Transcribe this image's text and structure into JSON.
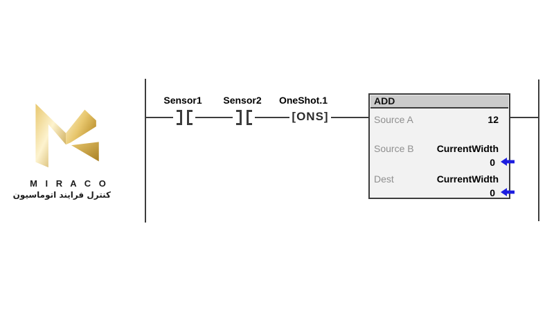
{
  "logo": {
    "brand": "M I R A C O",
    "tagline": "کنترل فرایند اتوماسیون",
    "gold_light": "#fdf3cf",
    "gold_mid": "#e8c76e",
    "gold_dark": "#bd9330",
    "gold_deep": "#a87f22"
  },
  "ladder": {
    "wire_color": "#3c3c3c",
    "contacts": [
      {
        "label": "Sensor1",
        "type": "normally-open-contact"
      },
      {
        "label": "Sensor2",
        "type": "normally-open-contact"
      }
    ],
    "oneshot": {
      "label": "OneShot.1",
      "symbol": "[ONS]"
    },
    "add_block": {
      "title": "ADD",
      "rows": [
        {
          "param": "Source A",
          "operand": "",
          "value": "12"
        },
        {
          "param": "Source B",
          "operand": "CurrentWidth",
          "value": "0"
        },
        {
          "param": "Dest",
          "operand": "CurrentWidth",
          "value": "0"
        }
      ],
      "param_color": "#8f8f8f",
      "arrow_color": "#1d1de0"
    }
  }
}
